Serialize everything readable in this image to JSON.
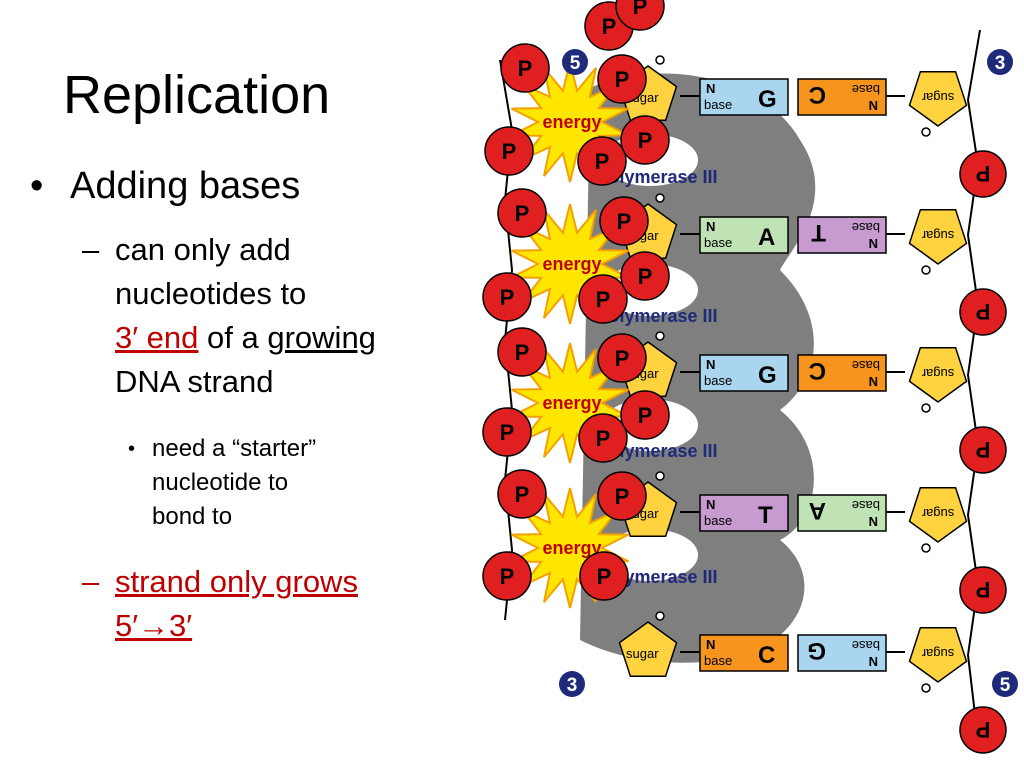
{
  "slide": {
    "title": "Replication",
    "bullet1": "Adding bases",
    "sub1": {
      "line1": "can only add",
      "line2": "nucleotides to",
      "end_label": "3′ end",
      "of_a": "of a",
      "growing": "growing",
      "line4": "DNA strand"
    },
    "sub1_point": {
      "line1": "need a “starter”",
      "line2": "nucleotide to",
      "line3": "bond to"
    },
    "sub2": {
      "line1": "strand only grows",
      "line2": "5′→3′"
    }
  },
  "diagram": {
    "left_end_top": "5",
    "left_end_bottom": "3",
    "right_end_top": "3",
    "right_end_bottom": "5",
    "phosphate": "P",
    "energy": "energy",
    "polymerase": "Polymerase III",
    "sugar": "sugar",
    "n_label": "N",
    "base_label": "base",
    "pairs": [
      {
        "left": "G",
        "right": "C",
        "left_color": "#a9d5ee",
        "right_color": "#f7941d"
      },
      {
        "left": "A",
        "right": "T",
        "left_color": "#bfe3b4",
        "right_color": "#c79ad0"
      },
      {
        "left": "G",
        "right": "C",
        "left_color": "#a9d5ee",
        "right_color": "#f7941d"
      },
      {
        "left": "T",
        "right": "A",
        "left_color": "#c79ad0",
        "right_color": "#bfe3b4"
      },
      {
        "left": "C",
        "right": "G",
        "left_color": "#f7941d",
        "right_color": "#a9d5ee"
      }
    ],
    "colors": {
      "phosphate": "#e02020",
      "sugar": "#ffd23f",
      "energy_burst": "#ffe600",
      "polymerase": "#7f7f7f",
      "end_circle": "#1f2a7a"
    }
  }
}
